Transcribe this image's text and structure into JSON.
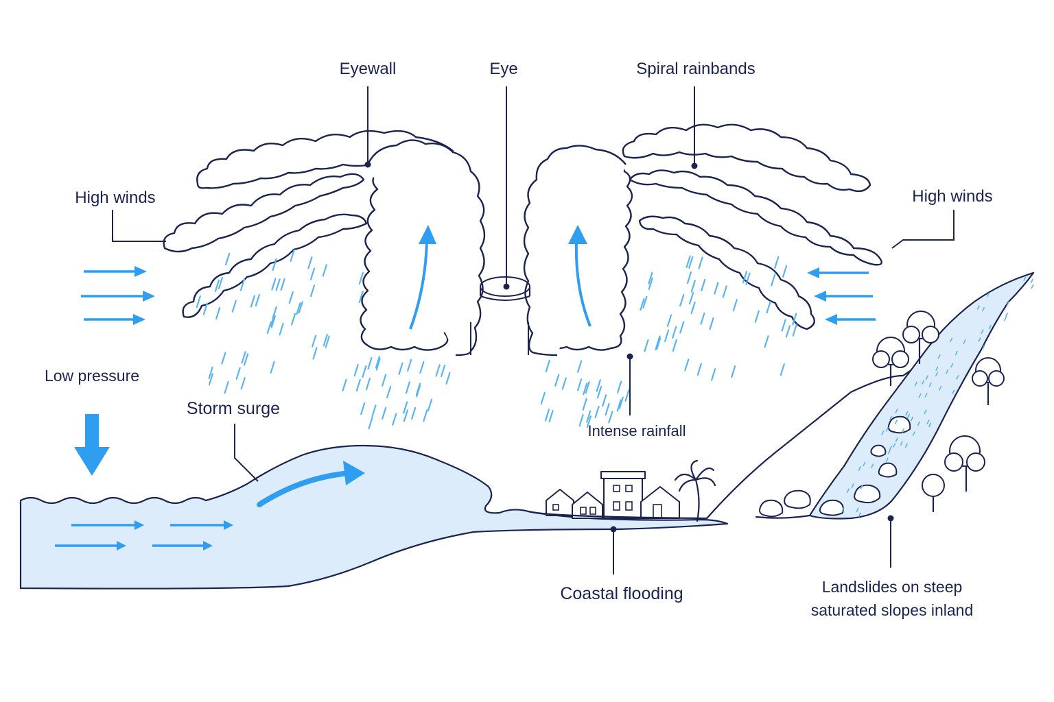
{
  "labels": {
    "eyewall": "Eyewall",
    "eye": "Eye",
    "spiral_rainbands": "Spiral rainbands",
    "high_winds_left": "High winds",
    "high_winds_right": "High winds",
    "low_pressure": "Low pressure",
    "storm_surge": "Storm surge",
    "intense_rainfall": "Intense rainfall",
    "coastal_flooding": "Coastal flooding",
    "landslides_line1": "Landslides on steep",
    "landslides_line2": "saturated slopes inland"
  },
  "colors": {
    "line": "#1b2450",
    "accent_blue": "#2f9df0",
    "rain_blue": "#5ab4f2",
    "water_fill": "#dcecfb",
    "background": "#ffffff"
  },
  "icons": [
    "wind-arrow-icon",
    "low-pressure-arrow-icon",
    "updraft-arrow-icon",
    "house-icon",
    "palm-tree-icon",
    "tree-icon",
    "rock-icon"
  ]
}
